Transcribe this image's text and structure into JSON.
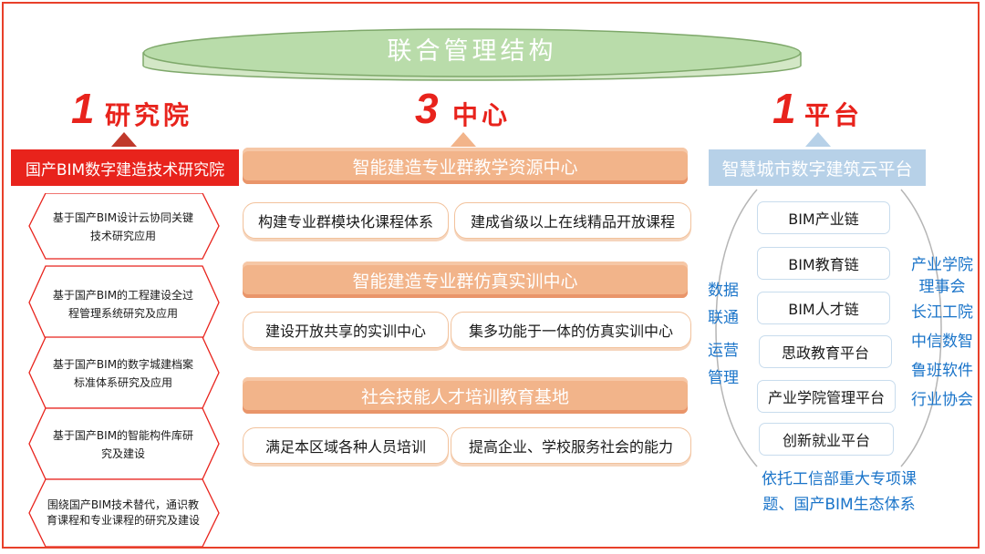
{
  "title": "联合管理结构",
  "columns": {
    "institute": {
      "count": "1",
      "heading": "研究院",
      "banner": "国产BIM数字建造技术研究院",
      "items": [
        "基于国产BIM设计云协同关键技术研究应用",
        "基于国产BIM的工程建设全过程管理系统研究及应用",
        "基于国产BIM的数字城建档案标准体系研究及应用",
        "基于国产BIM的智能构件库研究及建设",
        "围绕国产BIM技术替代，通识教育课程和专业课程的研究及建设"
      ]
    },
    "centers": {
      "count": "3",
      "heading": "中心",
      "groups": [
        {
          "title": "智能建造专业群教学资源中心",
          "items": [
            "构建专业群模块化课程体系",
            "建成省级以上在线精品开放课程"
          ]
        },
        {
          "title": "智能建造专业群仿真实训中心",
          "items": [
            "建设开放共享的实训中心",
            "集多功能于一体的仿真实训中心"
          ]
        },
        {
          "title": "社会技能人才培训教育基地",
          "items": [
            "满足本区域各种人员培训",
            "提高企业、学校服务社会的能力"
          ]
        }
      ]
    },
    "platform": {
      "count": "1",
      "heading": "平台",
      "banner": "智慧城市数字建筑云平台",
      "items": [
        "BIM产业链",
        "BIM教育链",
        "BIM人才链",
        "思政教育平台",
        "产业学院管理平台",
        "创新就业平台"
      ],
      "left_labels": [
        "数据",
        "联通",
        "运营",
        "管理"
      ],
      "right_labels": [
        "产业学院",
        "理事会",
        "长江工院",
        "中信数智",
        "鲁班软件",
        "行业协会"
      ],
      "footer": [
        "依托工信部重大专项课",
        "题、国产BIM生态体系"
      ]
    }
  },
  "colors": {
    "red": "#e8231c",
    "orange": "#f2b48a",
    "blue_banner": "#b7d1e8",
    "blue_text": "#1a74c9",
    "disc_green": "#b9dcaa"
  }
}
